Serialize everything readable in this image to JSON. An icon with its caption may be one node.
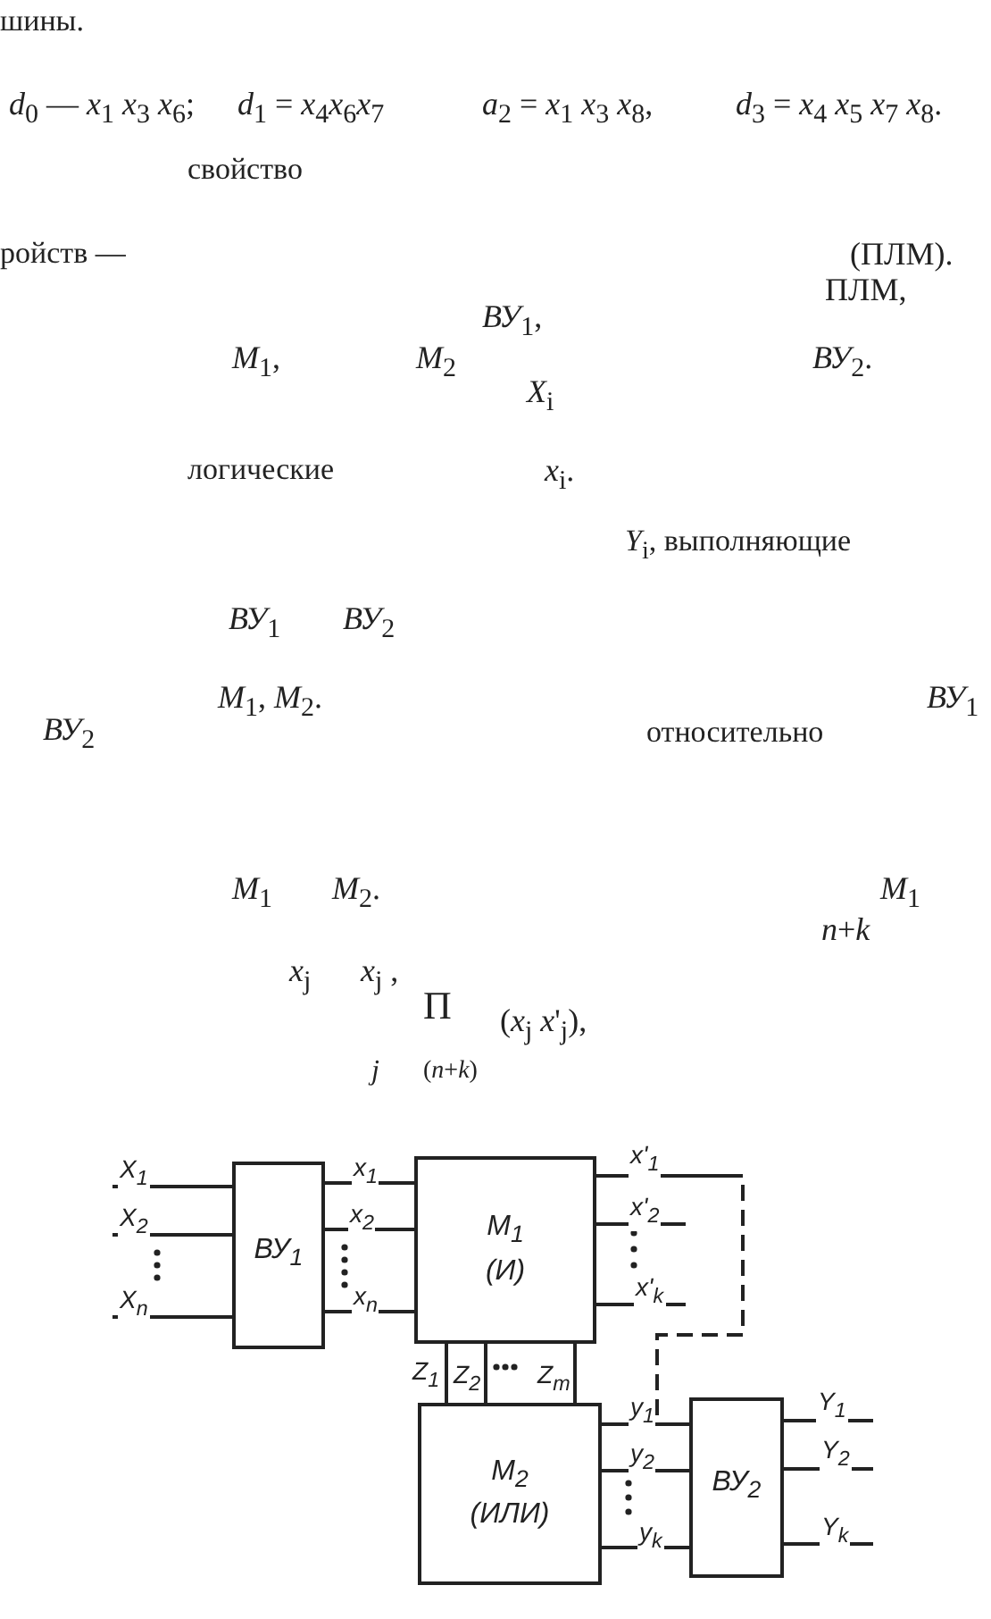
{
  "diagram": {
    "nodes": [
      {
        "text": [
          "ВУ$_{1}$"
        ]
      },
      {
        "text": [
          "M$_{1}$",
          "(И)"
        ]
      },
      {
        "text": [
          "M$_{2}$",
          "(ИЛИ)"
        ]
      },
      {
        "text": [
          "ВУ$_{2}$"
        ]
      }
    ],
    "edges": [
      {
        "from": null,
        "to": 0,
        "arrow": "none",
        "label": "X$_{1}$"
      },
      {
        "from": null,
        "to": 0,
        "arrow": "none",
        "label": "X$_{2}$"
      },
      {
        "from": null,
        "to": 0,
        "arrow": "none",
        "label": "X$_{n}$"
      },
      {
        "from": 0,
        "to": 1,
        "arrow": "none",
        "label": "x$_{1}$"
      },
      {
        "from": 0,
        "to": 1,
        "arrow": "none",
        "label": "x$_{2}$"
      },
      {
        "from": 0,
        "to": 1,
        "arrow": "none",
        "label": "x$_{n}$"
      },
      {
        "from": 1,
        "to": 3,
        "arrow": "none",
        "label": "x'$_{1}$",
        "style": "dashed"
      },
      {
        "from": 1,
        "to": null,
        "arrow": "none",
        "label": "x'$_{2}$"
      },
      {
        "from": 1,
        "to": null,
        "arrow": "none",
        "label": "x'$_{k}$"
      },
      {
        "from": 1,
        "to": 2,
        "arrow": "none",
        "label": "Z$_{1}$"
      },
      {
        "from": 1,
        "to": 2,
        "arrow": "none",
        "label": "Z$_{2}$"
      },
      {
        "from": 1,
        "to": 2,
        "arrow": "none",
        "label": "Z$_{m}$"
      },
      {
        "from": 2,
        "to": 3,
        "arrow": "none",
        "label": "y$_{1}$"
      },
      {
        "from": 2,
        "to": 3,
        "arrow": "none",
        "label": "y$_{2}$"
      },
      {
        "from": 2,
        "to": 3,
        "arrow": "none",
        "label": "y$_{k}$"
      },
      {
        "from": 3,
        "to": null,
        "arrow": "none",
        "label": "Y$_{1}$"
      },
      {
        "from": 3,
        "to": null,
        "arrow": "none",
        "label": "Y$_{2}$"
      },
      {
        "from": 3,
        "to": null,
        "arrow": "none",
        "label": "Y$_{k}$"
      }
    ],
    "labels": [
      "шины.",
      "*d*$_{0}$ — *x*$_{1}$ *x*$_{3}$ *x*$_{6}$;",
      "*d*$_{1}$ = *x*$_{4}$*x*$_{6}$*x*$_{7}$",
      "*a*$_{2}$ = *x*$_{1}$ *x*$_{3}$ *x*$_{8}$,",
      "*d*$_{3}$ = *x*$_{4}$ *x*$_{5}$ *x*$_{7}$ *x*$_{8}$.",
      "свойство",
      "ройств —",
      "(ПЛМ).",
      "ПЛМ,",
      "*ВУ*$_{1}$,",
      "*M*$_{1}$,",
      "*M*$_{2}$",
      "*ВУ*$_{2}$.",
      "*X*$_{i}$",
      "логические",
      "*x*$_{i}$.",
      "*Y*$_{i}$, выполняющие",
      "*ВУ*$_{1}$",
      "*ВУ*$_{2}$",
      "*M*$_{1}$, *M*$_{2}$.",
      "*ВУ*$_{1}$",
      "*ВУ*$_{2}$",
      "относительно",
      "*M*$_{1}$",
      "*M*$_{2}$.",
      "*M*$_{1}$",
      "*n*+*k*",
      "*x*$_{j}$",
      "*x*$_{j}$ ,",
      "Π",
      "(*x*$_{j}$ *x*'$_{j}$),",
      "*j*",
      "(*n*+*k*)"
    ]
  }
}
